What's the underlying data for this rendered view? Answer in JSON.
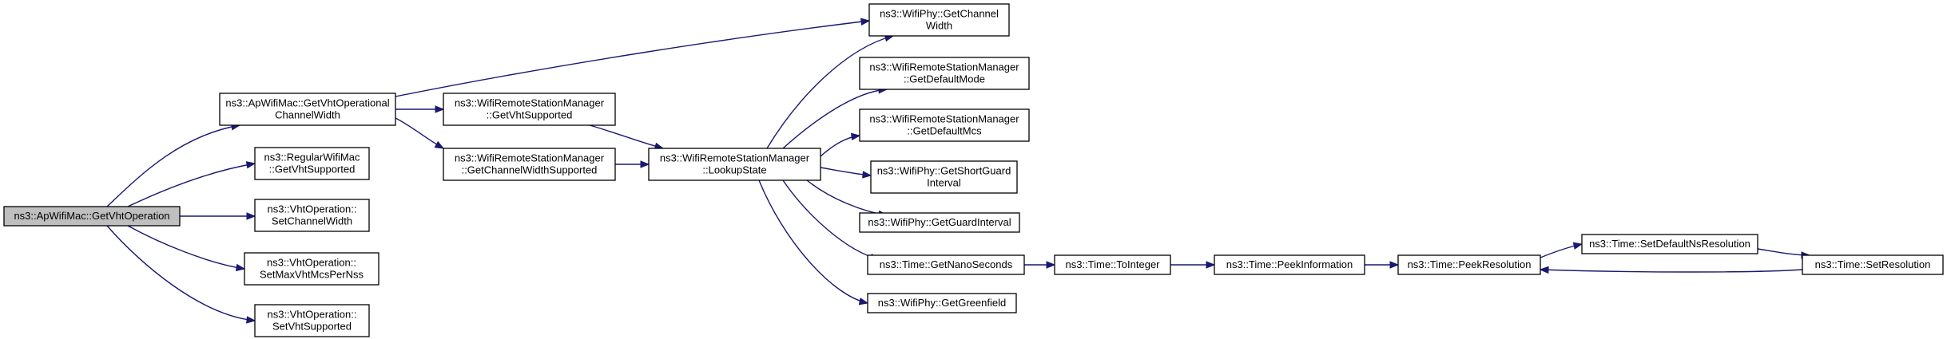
{
  "diagram": {
    "title": "",
    "colors": {
      "edge": "#191970",
      "root_fill": "#bfbfbf",
      "node_fill": "#ffffff",
      "border": "#000000"
    },
    "nodes": [
      {
        "id": "n0",
        "lines": [
          "ns3::ApWifiMac::GetVhtOperation"
        ],
        "root": true
      },
      {
        "id": "n1",
        "lines": [
          "ns3::ApWifiMac::GetVhtOperational",
          "ChannelWidth"
        ]
      },
      {
        "id": "n2",
        "lines": [
          "ns3::RegularWifiMac",
          "::GetVhtSupported"
        ]
      },
      {
        "id": "n3",
        "lines": [
          "ns3::VhtOperation::",
          "SetChannelWidth"
        ]
      },
      {
        "id": "n4",
        "lines": [
          "ns3::VhtOperation::",
          "SetMaxVhtMcsPerNss"
        ]
      },
      {
        "id": "n5",
        "lines": [
          "ns3::VhtOperation::",
          "SetVhtSupported"
        ]
      },
      {
        "id": "n6",
        "lines": [
          "ns3::WifiRemoteStationManager",
          "::GetVhtSupported"
        ]
      },
      {
        "id": "n7",
        "lines": [
          "ns3::WifiRemoteStationManager",
          "::GetChannelWidthSupported"
        ]
      },
      {
        "id": "n8",
        "lines": [
          "ns3::WifiRemoteStationManager",
          "::LookupState"
        ]
      },
      {
        "id": "n9",
        "lines": [
          "ns3::WifiPhy::GetChannel",
          "Width"
        ]
      },
      {
        "id": "n10",
        "lines": [
          "ns3::WifiRemoteStationManager",
          "::GetDefaultMode"
        ]
      },
      {
        "id": "n11",
        "lines": [
          "ns3::WifiRemoteStationManager",
          "::GetDefaultMcs"
        ]
      },
      {
        "id": "n12",
        "lines": [
          "ns3::WifiPhy::GetShortGuard",
          "Interval"
        ]
      },
      {
        "id": "n13",
        "lines": [
          "ns3::WifiPhy::GetGuardInterval"
        ]
      },
      {
        "id": "n14",
        "lines": [
          "ns3::Time::GetNanoSeconds"
        ]
      },
      {
        "id": "n15",
        "lines": [
          "ns3::WifiPhy::GetGreenfield"
        ]
      },
      {
        "id": "n16",
        "lines": [
          "ns3::Time::ToInteger"
        ]
      },
      {
        "id": "n17",
        "lines": [
          "ns3::Time::PeekInformation"
        ]
      },
      {
        "id": "n18",
        "lines": [
          "ns3::Time::PeekResolution"
        ]
      },
      {
        "id": "n19",
        "lines": [
          "ns3::Time::SetDefaultNsResolution"
        ]
      },
      {
        "id": "n20",
        "lines": [
          "ns3::Time::SetResolution"
        ]
      }
    ],
    "edges": [
      {
        "from": "n0",
        "to": "n1"
      },
      {
        "from": "n0",
        "to": "n2"
      },
      {
        "from": "n0",
        "to": "n3"
      },
      {
        "from": "n0",
        "to": "n4"
      },
      {
        "from": "n0",
        "to": "n5"
      },
      {
        "from": "n1",
        "to": "n9"
      },
      {
        "from": "n1",
        "to": "n6"
      },
      {
        "from": "n1",
        "to": "n7"
      },
      {
        "from": "n6",
        "to": "n8"
      },
      {
        "from": "n7",
        "to": "n8"
      },
      {
        "from": "n8",
        "to": "n9"
      },
      {
        "from": "n8",
        "to": "n10"
      },
      {
        "from": "n8",
        "to": "n11"
      },
      {
        "from": "n8",
        "to": "n12"
      },
      {
        "from": "n8",
        "to": "n13"
      },
      {
        "from": "n8",
        "to": "n14"
      },
      {
        "from": "n8",
        "to": "n15"
      },
      {
        "from": "n14",
        "to": "n16"
      },
      {
        "from": "n16",
        "to": "n17"
      },
      {
        "from": "n17",
        "to": "n18"
      },
      {
        "from": "n18",
        "to": "n19"
      },
      {
        "from": "n19",
        "to": "n20"
      },
      {
        "from": "n20",
        "to": "n18"
      }
    ]
  }
}
